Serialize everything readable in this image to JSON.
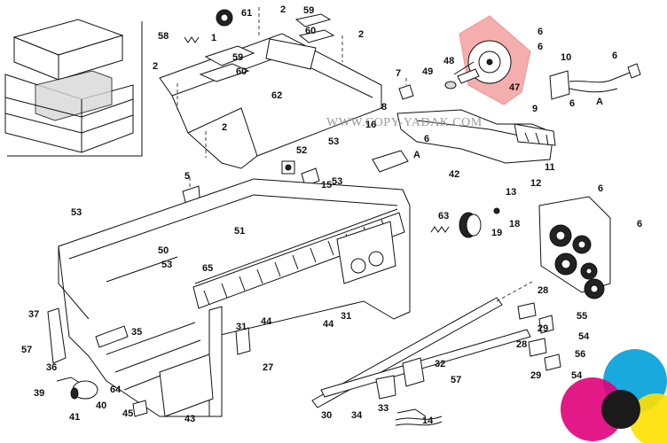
{
  "diagram": {
    "watermark": "WWW.COPY-YADAK.COM",
    "callouts": [
      {
        "id": "c61",
        "text": "61"
      },
      {
        "id": "c2a",
        "text": "2"
      },
      {
        "id": "c59a",
        "text": "59"
      },
      {
        "id": "c58",
        "text": "58"
      },
      {
        "id": "c1",
        "text": "1"
      },
      {
        "id": "c60a",
        "text": "60"
      },
      {
        "id": "c2b",
        "text": "2"
      },
      {
        "id": "c59b",
        "text": "59"
      },
      {
        "id": "c60b",
        "text": "60"
      },
      {
        "id": "c2c",
        "text": "2"
      },
      {
        "id": "c62",
        "text": "62"
      },
      {
        "id": "c2d",
        "text": "2"
      },
      {
        "id": "c6a",
        "text": "6"
      },
      {
        "id": "c6b",
        "text": "6"
      },
      {
        "id": "c47",
        "text": "47"
      },
      {
        "id": "c48",
        "text": "48"
      },
      {
        "id": "c49",
        "text": "49"
      },
      {
        "id": "c7",
        "text": "7"
      },
      {
        "id": "c10",
        "text": "10"
      },
      {
        "id": "c6c",
        "text": "6"
      },
      {
        "id": "cA1",
        "text": "A"
      },
      {
        "id": "c8",
        "text": "8"
      },
      {
        "id": "c9",
        "text": "9"
      },
      {
        "id": "c6d",
        "text": "6"
      },
      {
        "id": "c16",
        "text": "16"
      },
      {
        "id": "c6e",
        "text": "6"
      },
      {
        "id": "c53a",
        "text": "53"
      },
      {
        "id": "c52",
        "text": "52"
      },
      {
        "id": "cA2",
        "text": "A"
      },
      {
        "id": "c5",
        "text": "5"
      },
      {
        "id": "c42",
        "text": "42"
      },
      {
        "id": "c11",
        "text": "11"
      },
      {
        "id": "c12",
        "text": "12"
      },
      {
        "id": "c13",
        "text": "13"
      },
      {
        "id": "c53b",
        "text": "53"
      },
      {
        "id": "c15",
        "text": "15"
      },
      {
        "id": "c6f",
        "text": "6"
      },
      {
        "id": "c53c",
        "text": "53"
      },
      {
        "id": "c63",
        "text": "63"
      },
      {
        "id": "c18",
        "text": "18"
      },
      {
        "id": "c19",
        "text": "19"
      },
      {
        "id": "c6g",
        "text": "6"
      },
      {
        "id": "c51",
        "text": "51"
      },
      {
        "id": "c50",
        "text": "50"
      },
      {
        "id": "c53d",
        "text": "53"
      },
      {
        "id": "c65",
        "text": "65"
      },
      {
        "id": "c28a",
        "text": "28"
      },
      {
        "id": "c55",
        "text": "55"
      },
      {
        "id": "c37",
        "text": "37"
      },
      {
        "id": "c44a",
        "text": "44"
      },
      {
        "id": "c29a",
        "text": "29"
      },
      {
        "id": "c54a",
        "text": "54"
      },
      {
        "id": "c35",
        "text": "35"
      },
      {
        "id": "c31a",
        "text": "31"
      },
      {
        "id": "c44b",
        "text": "44"
      },
      {
        "id": "c31b",
        "text": "31"
      },
      {
        "id": "c57a",
        "text": "57"
      },
      {
        "id": "c28b",
        "text": "28"
      },
      {
        "id": "c56",
        "text": "56"
      },
      {
        "id": "c36",
        "text": "36"
      },
      {
        "id": "c27",
        "text": "27"
      },
      {
        "id": "c32",
        "text": "32"
      },
      {
        "id": "c29b",
        "text": "29"
      },
      {
        "id": "c54b",
        "text": "54"
      },
      {
        "id": "c64",
        "text": "64"
      },
      {
        "id": "c57b",
        "text": "57"
      },
      {
        "id": "c39",
        "text": "39"
      },
      {
        "id": "c40",
        "text": "40"
      },
      {
        "id": "c33",
        "text": "33"
      },
      {
        "id": "c41",
        "text": "41"
      },
      {
        "id": "c45",
        "text": "45"
      },
      {
        "id": "c43",
        "text": "43"
      },
      {
        "id": "c30",
        "text": "30"
      },
      {
        "id": "c34",
        "text": "34"
      },
      {
        "id": "c14",
        "text": "14"
      }
    ],
    "colors": {
      "highlight": "#f08080",
      "highlight_fill": "#f4a0a0",
      "logo_cyan": "#00a0d8",
      "logo_magenta": "#e0007a",
      "logo_yellow": "#ffe000",
      "logo_black": "#1a1a1a"
    }
  }
}
